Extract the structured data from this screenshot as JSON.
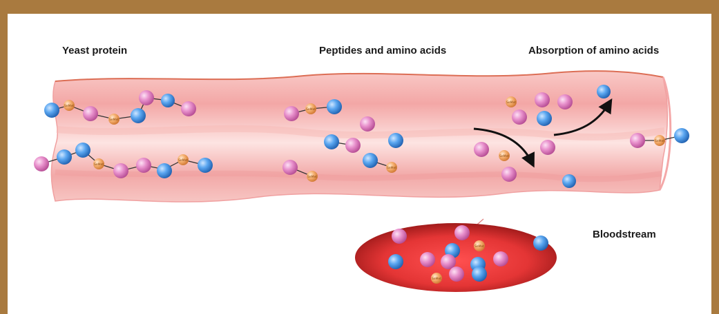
{
  "figure": {
    "header_text": "",
    "labels": {
      "yeast_protein": "Yeast protein",
      "peptides": "Peptides and amino acids",
      "absorption": "Absorption of amino acids",
      "bloodstream": "Bloodstream"
    },
    "residue_tag": "SeMet",
    "colors": {
      "frame": "#a97a3f",
      "tube": "#f4b8b5",
      "tube_edge": "#e0705a",
      "blood": "#e63a3a",
      "bead_blue": "#3f8fe0",
      "bead_pink": "#e07ac0",
      "bead_orange": "#f0a060"
    }
  }
}
